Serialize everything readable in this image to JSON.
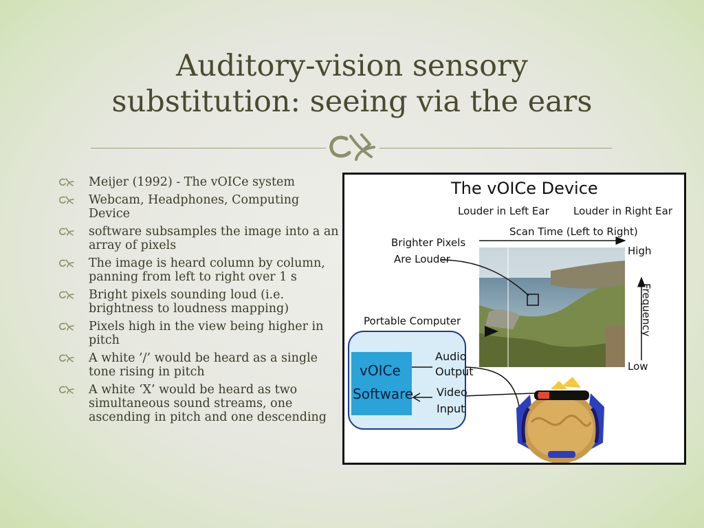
{
  "slide": {
    "title_line1": "Auditory-vision sensory",
    "title_line2": "substitution: seeing via the ears",
    "bullet_icon": "ornament-bullet-icon",
    "bullets": [
      "Meijer (1992) - The vOICe system",
      "Webcam, Headphones, Computing Device",
      "software subsamples the image into a an array of pixels",
      "The image is heard column by column, panning from left to right over 1 s",
      "Bright pixels sounding loud (i.e. brightness to loudness mapping)",
      "Pixels high in the view being higher in pitch",
      "A white ’/’ would be heard as a single tone rising in pitch",
      "A white ‘X’ would be heard as two simultaneous sound streams, one ascending in pitch and one descending"
    ]
  },
  "figure": {
    "title": "The vOICe Device",
    "louder_left": "Louder in Left Ear",
    "louder_right": "Louder in Right Ear",
    "scan_time": "Scan Time (Left to Right)",
    "brighter_line1": "Brighter Pixels",
    "brighter_line2": "Are Louder",
    "high": "High",
    "low": "Low",
    "frequency": "Frequency",
    "portable_computer": "Portable Computer",
    "software_line1": "vOICe",
    "software_line2": "Software",
    "audio_line1": "Audio",
    "audio_line2": "Output",
    "video_line1": "Video",
    "video_line2": "Input"
  },
  "colors": {
    "title_text": "#4a4a32",
    "accent_olive": "#8c8f6a",
    "software_blue": "#2aa3d9",
    "computer_fill": "#d7ecf7"
  }
}
